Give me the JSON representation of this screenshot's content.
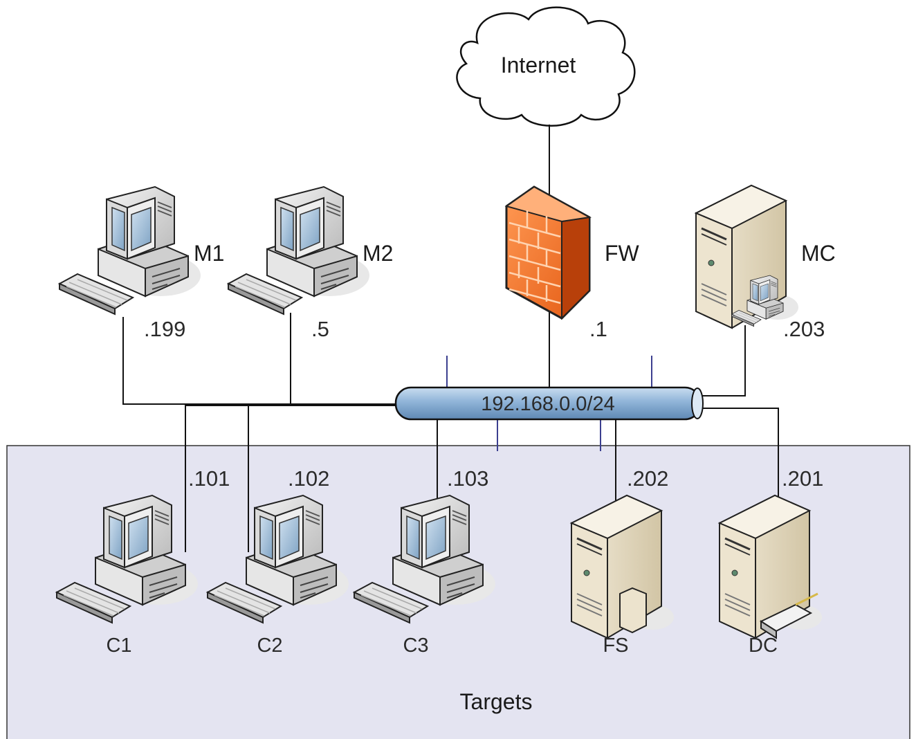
{
  "internet": {
    "label": "Internet"
  },
  "network": {
    "label": "192.168.0.0/24"
  },
  "targets_zone": {
    "label": "Targets"
  },
  "nodes": {
    "m1": {
      "name": "M1",
      "ip": ".199"
    },
    "m2": {
      "name": "M2",
      "ip": ".5"
    },
    "fw": {
      "name": "FW",
      "ip": ".1"
    },
    "mc": {
      "name": "MC",
      "ip": ".203"
    },
    "c1": {
      "name": "C1",
      "ip": ".101"
    },
    "c2": {
      "name": "C2",
      "ip": ".102"
    },
    "c3": {
      "name": "C3",
      "ip": ".103"
    },
    "fs": {
      "name": "FS",
      "ip": ".202"
    },
    "dc": {
      "name": "DC",
      "ip": ".201"
    }
  },
  "icons": {
    "workstation": "workstation-icon",
    "firewall": "firewall-icon",
    "server": "server-icon",
    "cloud": "cloud-icon"
  },
  "colors": {
    "zone_fill": "#e4e4f1",
    "bus_fill": "#8fb4d8",
    "firewall": "#f26a21",
    "server_body": "#e6dcc4"
  }
}
